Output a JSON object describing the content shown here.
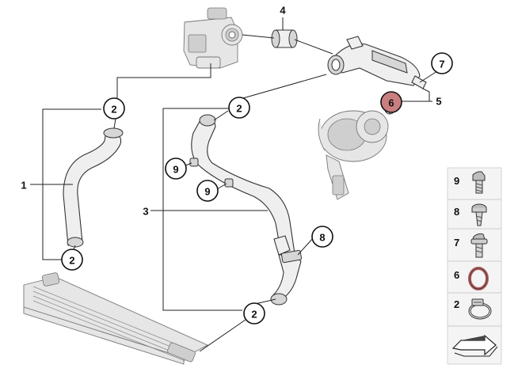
{
  "labels": {
    "part_1": "1",
    "part_2": "2",
    "part_3": "3",
    "part_4": "4",
    "part_5": "5",
    "part_6": "6",
    "part_7": "7",
    "part_8": "8",
    "part_9": "9"
  },
  "legend": {
    "items": [
      {
        "number": "9",
        "icon": "bolt-icon"
      },
      {
        "number": "8",
        "icon": "screw-icon"
      },
      {
        "number": "7",
        "icon": "bolt-icon"
      },
      {
        "number": "6",
        "icon": "o-ring-icon"
      },
      {
        "number": "2",
        "icon": "hose-clamp-icon"
      }
    ]
  },
  "colors": {
    "highlight": "#c97f80",
    "line": "#222222",
    "ghost_part": "#e6e6e6"
  }
}
